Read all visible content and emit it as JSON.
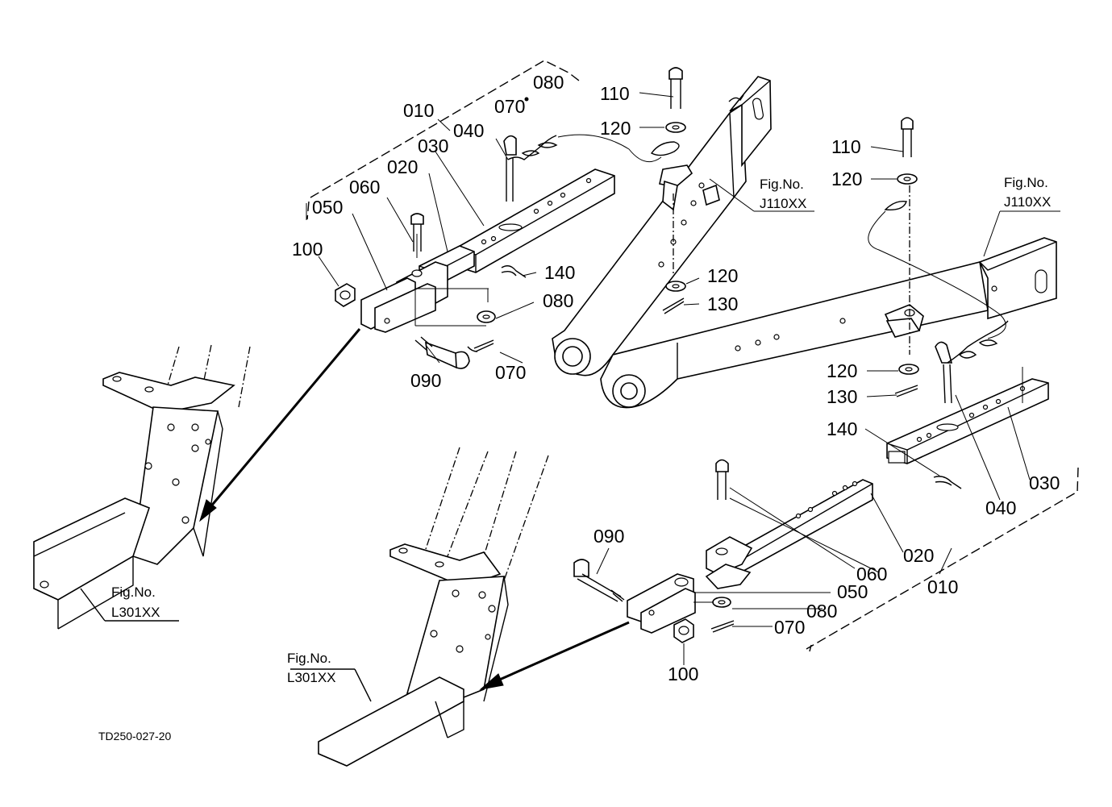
{
  "diagram": {
    "code": "TD250-027-20",
    "figure_refs": {
      "top_link_left": {
        "line1": "Fig.No.",
        "line2": "J110XX"
      },
      "top_link_right": {
        "line1": "Fig.No.",
        "line2": "J110XX"
      },
      "frame_left": {
        "line1": "Fig.No.",
        "line2": "L301XX"
      },
      "frame_bottom": {
        "line1": "Fig.No.",
        "line2": "L301XX"
      }
    },
    "left_assembly": {
      "p010": "010",
      "p020": "020",
      "p030": "030",
      "p040": "040",
      "p050": "050",
      "p060": "060",
      "p070_top": "070",
      "p080_top": "080",
      "p100": "100",
      "p140": "140",
      "p080": "080",
      "p090": "090",
      "p070": "070"
    },
    "center": {
      "p110_a": "110",
      "p120_a": "120",
      "p120_b": "120",
      "p130_a": "130",
      "p110_b": "110",
      "p120_c": "120",
      "p120_d": "120",
      "p130_b": "130"
    },
    "right_assembly": {
      "p140": "140",
      "p040": "040",
      "p030": "030",
      "p090": "090",
      "p060": "060",
      "p020": "020",
      "p010": "010",
      "p050": "050",
      "p080": "080",
      "p070": "070",
      "p100": "100"
    }
  }
}
